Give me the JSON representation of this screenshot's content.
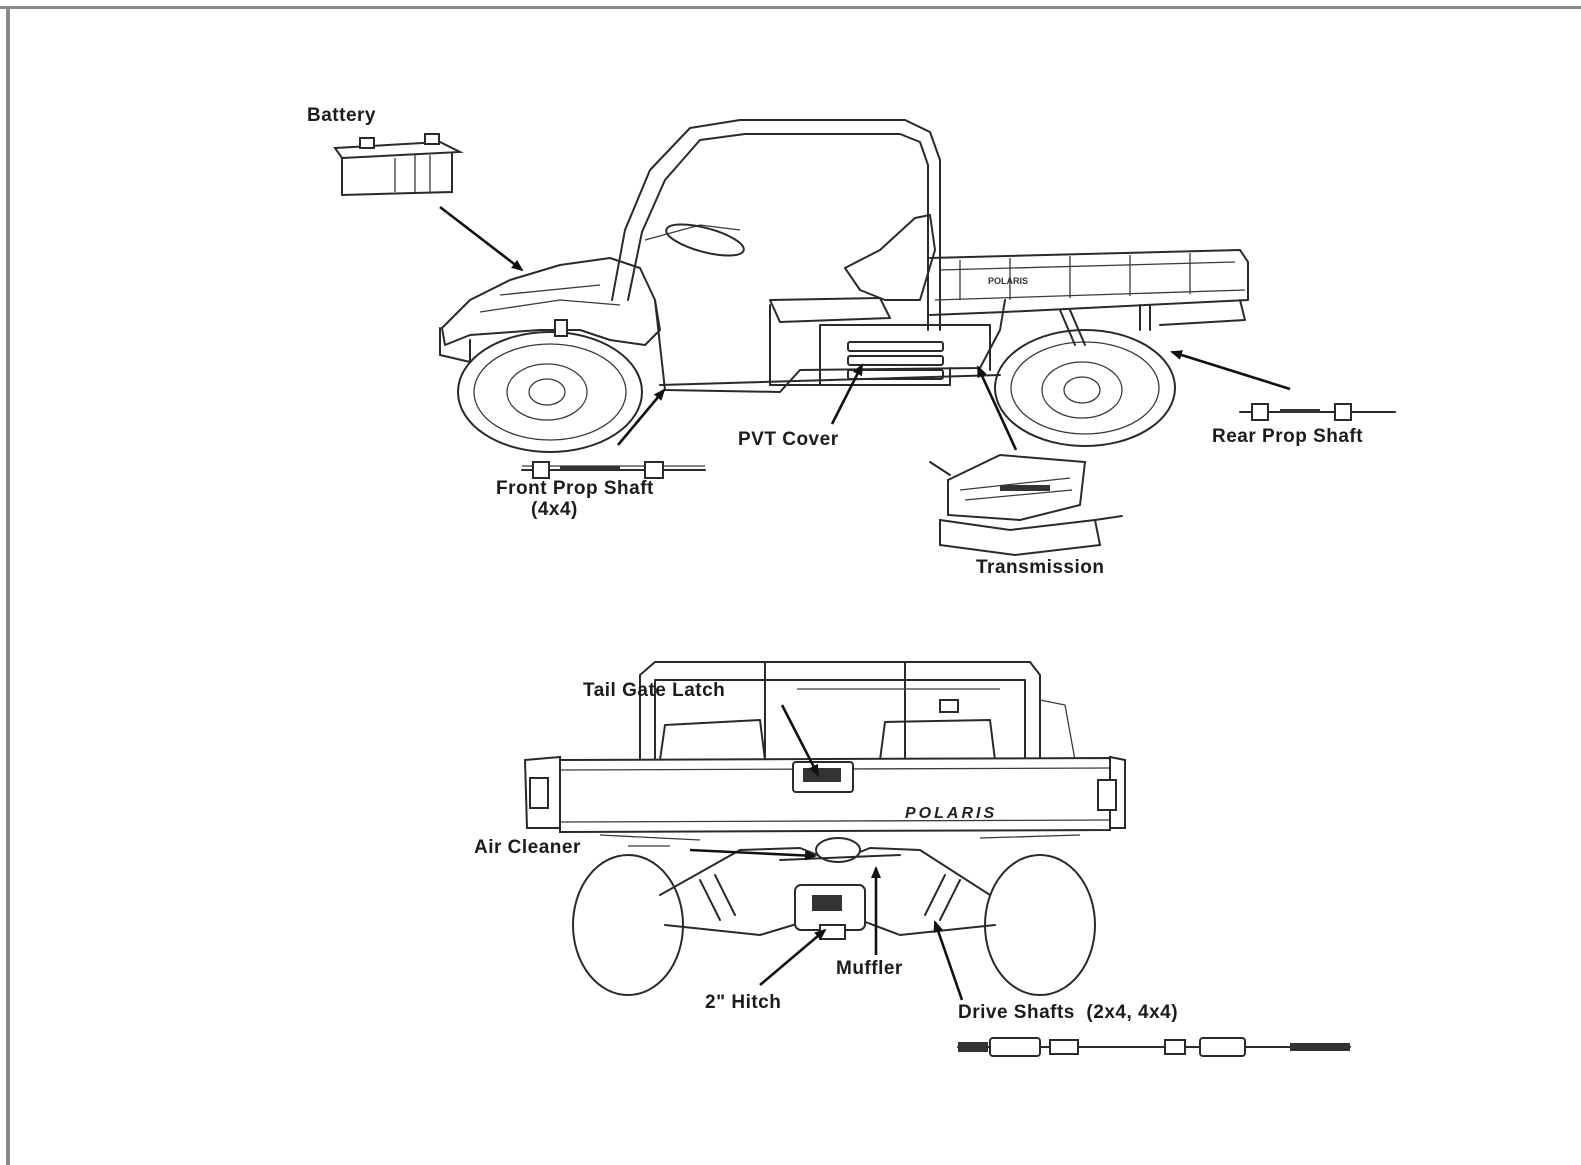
{
  "diagram": {
    "labels": {
      "battery": "Battery",
      "pvt_cover": "PVT Cover",
      "front_prop_shaft": "Front Prop Shaft",
      "front_prop_shaft_note": "(4x4)",
      "rear_prop_shaft": "Rear Prop Shaft",
      "transmission": "Transmission",
      "tail_gate_latch": "Tail Gate Latch",
      "air_cleaner": "Air Cleaner",
      "muffler": "Muffler",
      "hitch": "2\" Hitch",
      "drive_shafts": "Drive Shafts  (2x4, 4x4)",
      "brand_side": "POLARIS",
      "brand_rear": "POLARIS"
    }
  }
}
